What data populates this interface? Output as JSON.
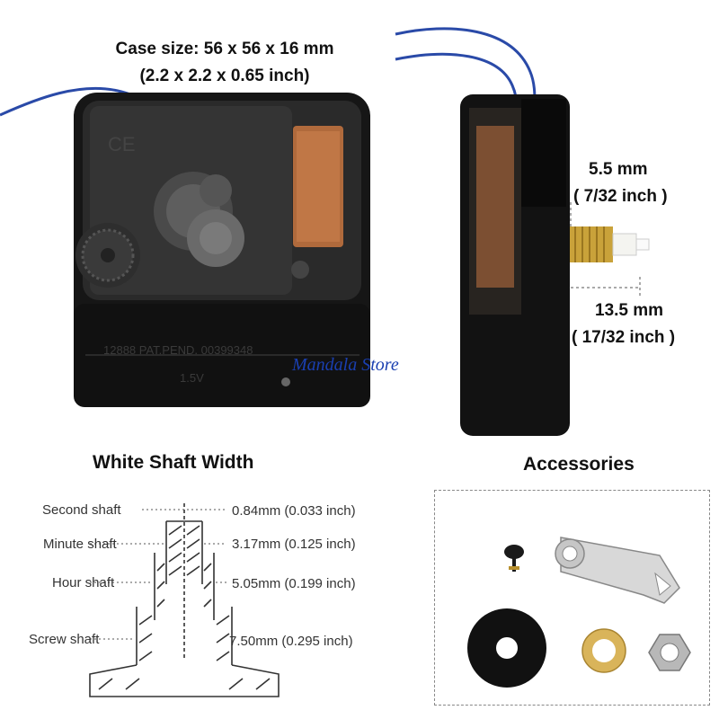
{
  "case_size": {
    "line1": "Case size: 56 x 56 x 16 mm",
    "line2": "(2.2 x 2.2 x 0.65 inch)"
  },
  "side_dims": {
    "thread_mm": "5.5 mm",
    "thread_inch": "( 7/32 inch )",
    "shaft_mm": "13.5 mm",
    "shaft_inch": "( 17/32 inch )"
  },
  "movement_markings": {
    "part_no": "12888  PAT.PEND. 00399348",
    "battery": "1.5V"
  },
  "watermark": "Mandala Store",
  "shaft_section": {
    "title": "White Shaft Width",
    "rows": [
      {
        "name": "Second shaft",
        "value": "0.84mm (0.033 inch)"
      },
      {
        "name": "Minute shaft",
        "value": "3.17mm (0.125 inch)"
      },
      {
        "name": "Hour shaft",
        "value": "5.05mm (0.199 inch)"
      },
      {
        "name": "Screw shaft",
        "value": "7.50mm (0.295 inch)"
      }
    ]
  },
  "accessories": {
    "title": "Accessories"
  },
  "colors": {
    "wire": "#2a4aa8",
    "housing": "#141414",
    "coil": "#b06a3c",
    "brass": "#c9a23a",
    "watermark": "#1a3fb0"
  }
}
